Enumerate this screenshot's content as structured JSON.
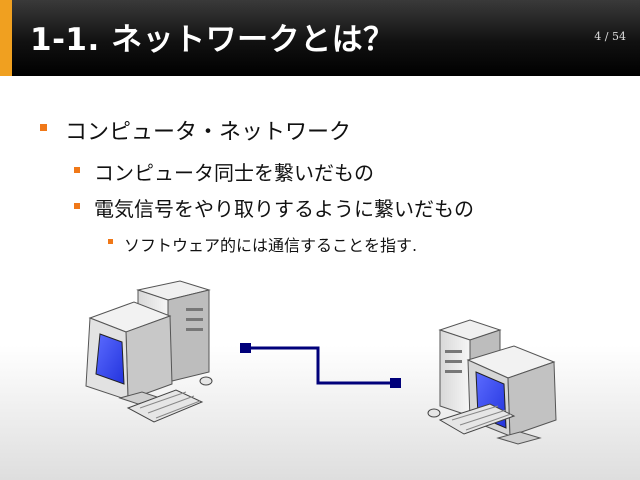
{
  "slide": {
    "title": "1-1. ネットワークとは？",
    "page_number": "4 / 54",
    "bullets": {
      "level1": "コンピュータ・ネットワーク",
      "level2a": "コンピュータ同士を繋いだもの",
      "level2b": "電気信号をやり取りするように繋いだもの",
      "level3": "ソフトウェア的には通信することを指す."
    }
  },
  "colors": {
    "accent": "#f0a020",
    "bullet": "#f07818",
    "cable": "#00007a",
    "screen": "#3f51ff"
  },
  "icons": [
    "computer-icon-left",
    "computer-icon-right",
    "network-cable-icon"
  ]
}
